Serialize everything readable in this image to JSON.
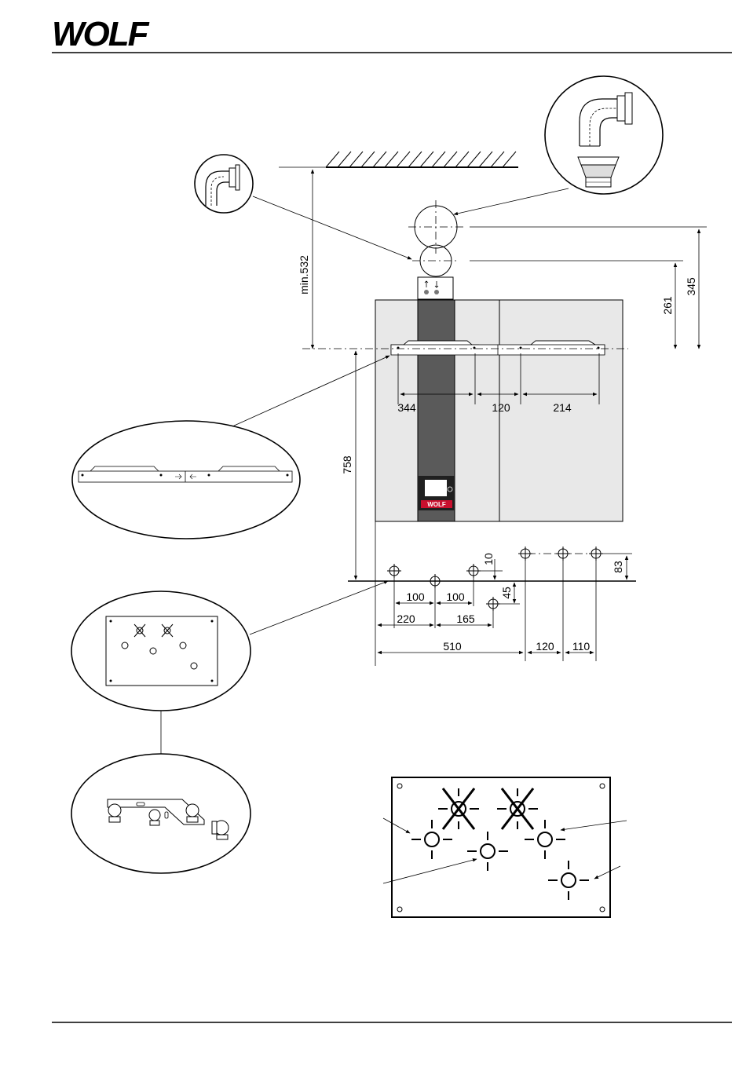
{
  "header": {
    "brand": "WOLF"
  },
  "dimensions": {
    "ceiling_min": "min.532",
    "flue_upper": "345",
    "flue_lower": "261",
    "height": "758",
    "bracket_left": "344",
    "bracket_mid": "120",
    "bracket_right": "214",
    "conn_10": "10",
    "conn_45": "45",
    "conn_83": "83",
    "conn_100a": "100",
    "conn_100b": "100",
    "conn_220": "220",
    "conn_165": "165",
    "conn_510": "510",
    "conn_120": "120",
    "conn_110": "110"
  },
  "colors": {
    "line": "#000000",
    "boiler_panel": "#e8e8e8",
    "boiler_stripe": "#5a5a5a",
    "bracket_panel": "#ececec"
  }
}
